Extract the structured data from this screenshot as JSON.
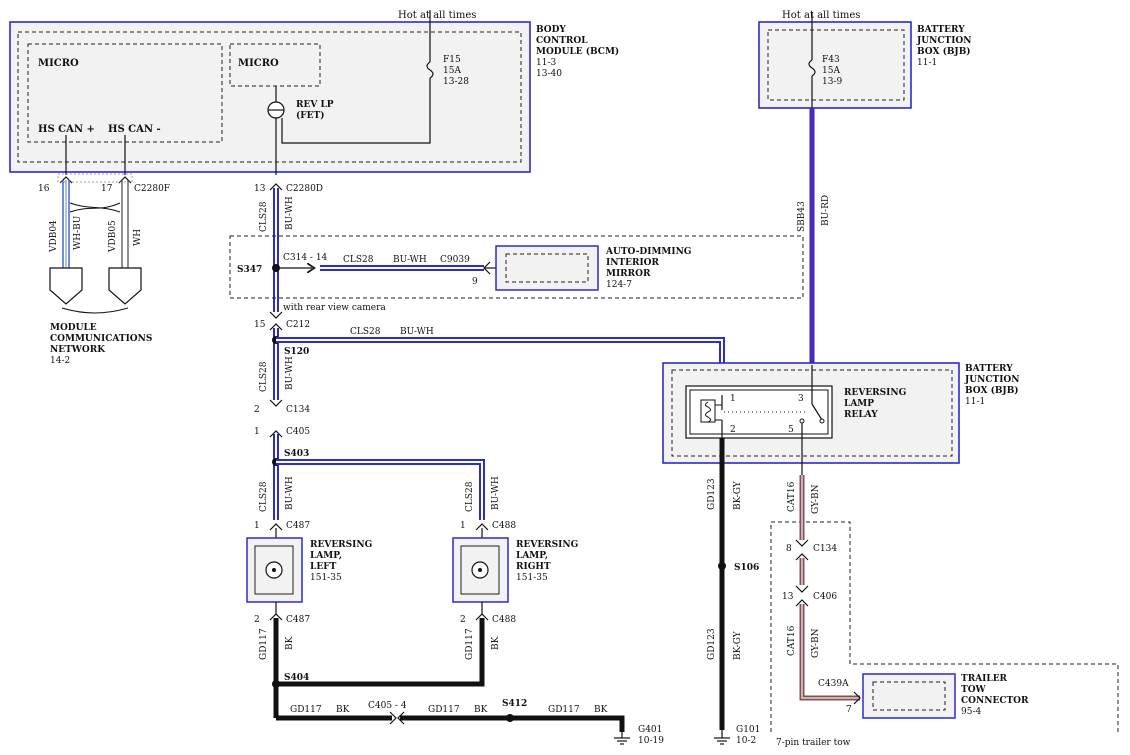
{
  "bcm": {
    "label": [
      "BODY",
      "CONTROL",
      "MODULE (BCM)",
      "11-3",
      "13-40"
    ],
    "hot": "Hot at all times",
    "micro1": "MICRO",
    "micro2": "MICRO",
    "hs_can_plus": "HS CAN +",
    "hs_can_minus": "HS CAN -",
    "fuse": [
      "F15",
      "15A",
      "13-28"
    ],
    "rev_lp": [
      "REV LP",
      "(FET)"
    ]
  },
  "bjb_top": {
    "hot": "Hot at all times",
    "label": [
      "BATTERY",
      "JUNCTION",
      "BOX (BJB)",
      "11-1"
    ],
    "fuse": [
      "F43",
      "15A",
      "13-9"
    ]
  },
  "can": {
    "pin16": "16",
    "pin17": "17",
    "connector": "C2280F",
    "wire1": "VDB04",
    "color1": "WH-BU",
    "wire2": "VDB05",
    "color2": "WH",
    "network": [
      "MODULE",
      "COMMUNICATIONS",
      "NETWORK",
      "14-2"
    ]
  },
  "rev_circuit": {
    "pin13": "13",
    "c2280d": "C2280D",
    "cls28": "CLS28",
    "buwh": "BU-WH",
    "s347": "S347",
    "c314": "C314 - 14",
    "c9039": "C9039",
    "pin9": "9",
    "mirror": [
      "AUTO-DIMMING",
      "INTERIOR",
      "MIRROR",
      "124-7"
    ],
    "rear_cam": "with rear view camera",
    "pin15": "15",
    "c212": "C212",
    "s120": "S120",
    "pin2_c134": "2",
    "c134": "C134",
    "pin1_c405": "1",
    "c405": "C405",
    "s403": "S403",
    "pin1_c487": "1",
    "c487": "C487",
    "pin1_c488": "1",
    "c488": "C488"
  },
  "lamps": {
    "left": [
      "REVERSING",
      "LAMP,",
      "LEFT",
      "151-35"
    ],
    "right": [
      "REVERSING",
      "LAMP,",
      "RIGHT",
      "151-35"
    ],
    "pin2": "2",
    "gd117": "GD117",
    "bk": "BK"
  },
  "ground": {
    "s404": "S404",
    "c405_4": "C405 - 4",
    "s412": "S412",
    "g401": [
      "G401",
      "10-19"
    ],
    "g101": [
      "G101",
      "10-2"
    ],
    "gd123": "GD123",
    "bkgy": "BK-GY",
    "s106": "S106"
  },
  "bjb_relay": {
    "label": [
      "BATTERY",
      "JUNCTION",
      "BOX (BJB)",
      "11-1"
    ],
    "relay": [
      "REVERSING",
      "LAMP",
      "RELAY"
    ],
    "pins": [
      "1",
      "2",
      "3",
      "5"
    ],
    "sbb43": "SBB43",
    "burd": "BU-RD"
  },
  "trailer": {
    "cat16": "CAT16",
    "gybn": "GY-BN",
    "pin8": "8",
    "c134": "C134",
    "pin13": "13",
    "c406": "C406",
    "c439a": "C439A",
    "pin7": "7",
    "label": [
      "TRAILER",
      "TOW",
      "CONNECTOR",
      "95-4"
    ],
    "note": "7-pin trailer tow"
  }
}
